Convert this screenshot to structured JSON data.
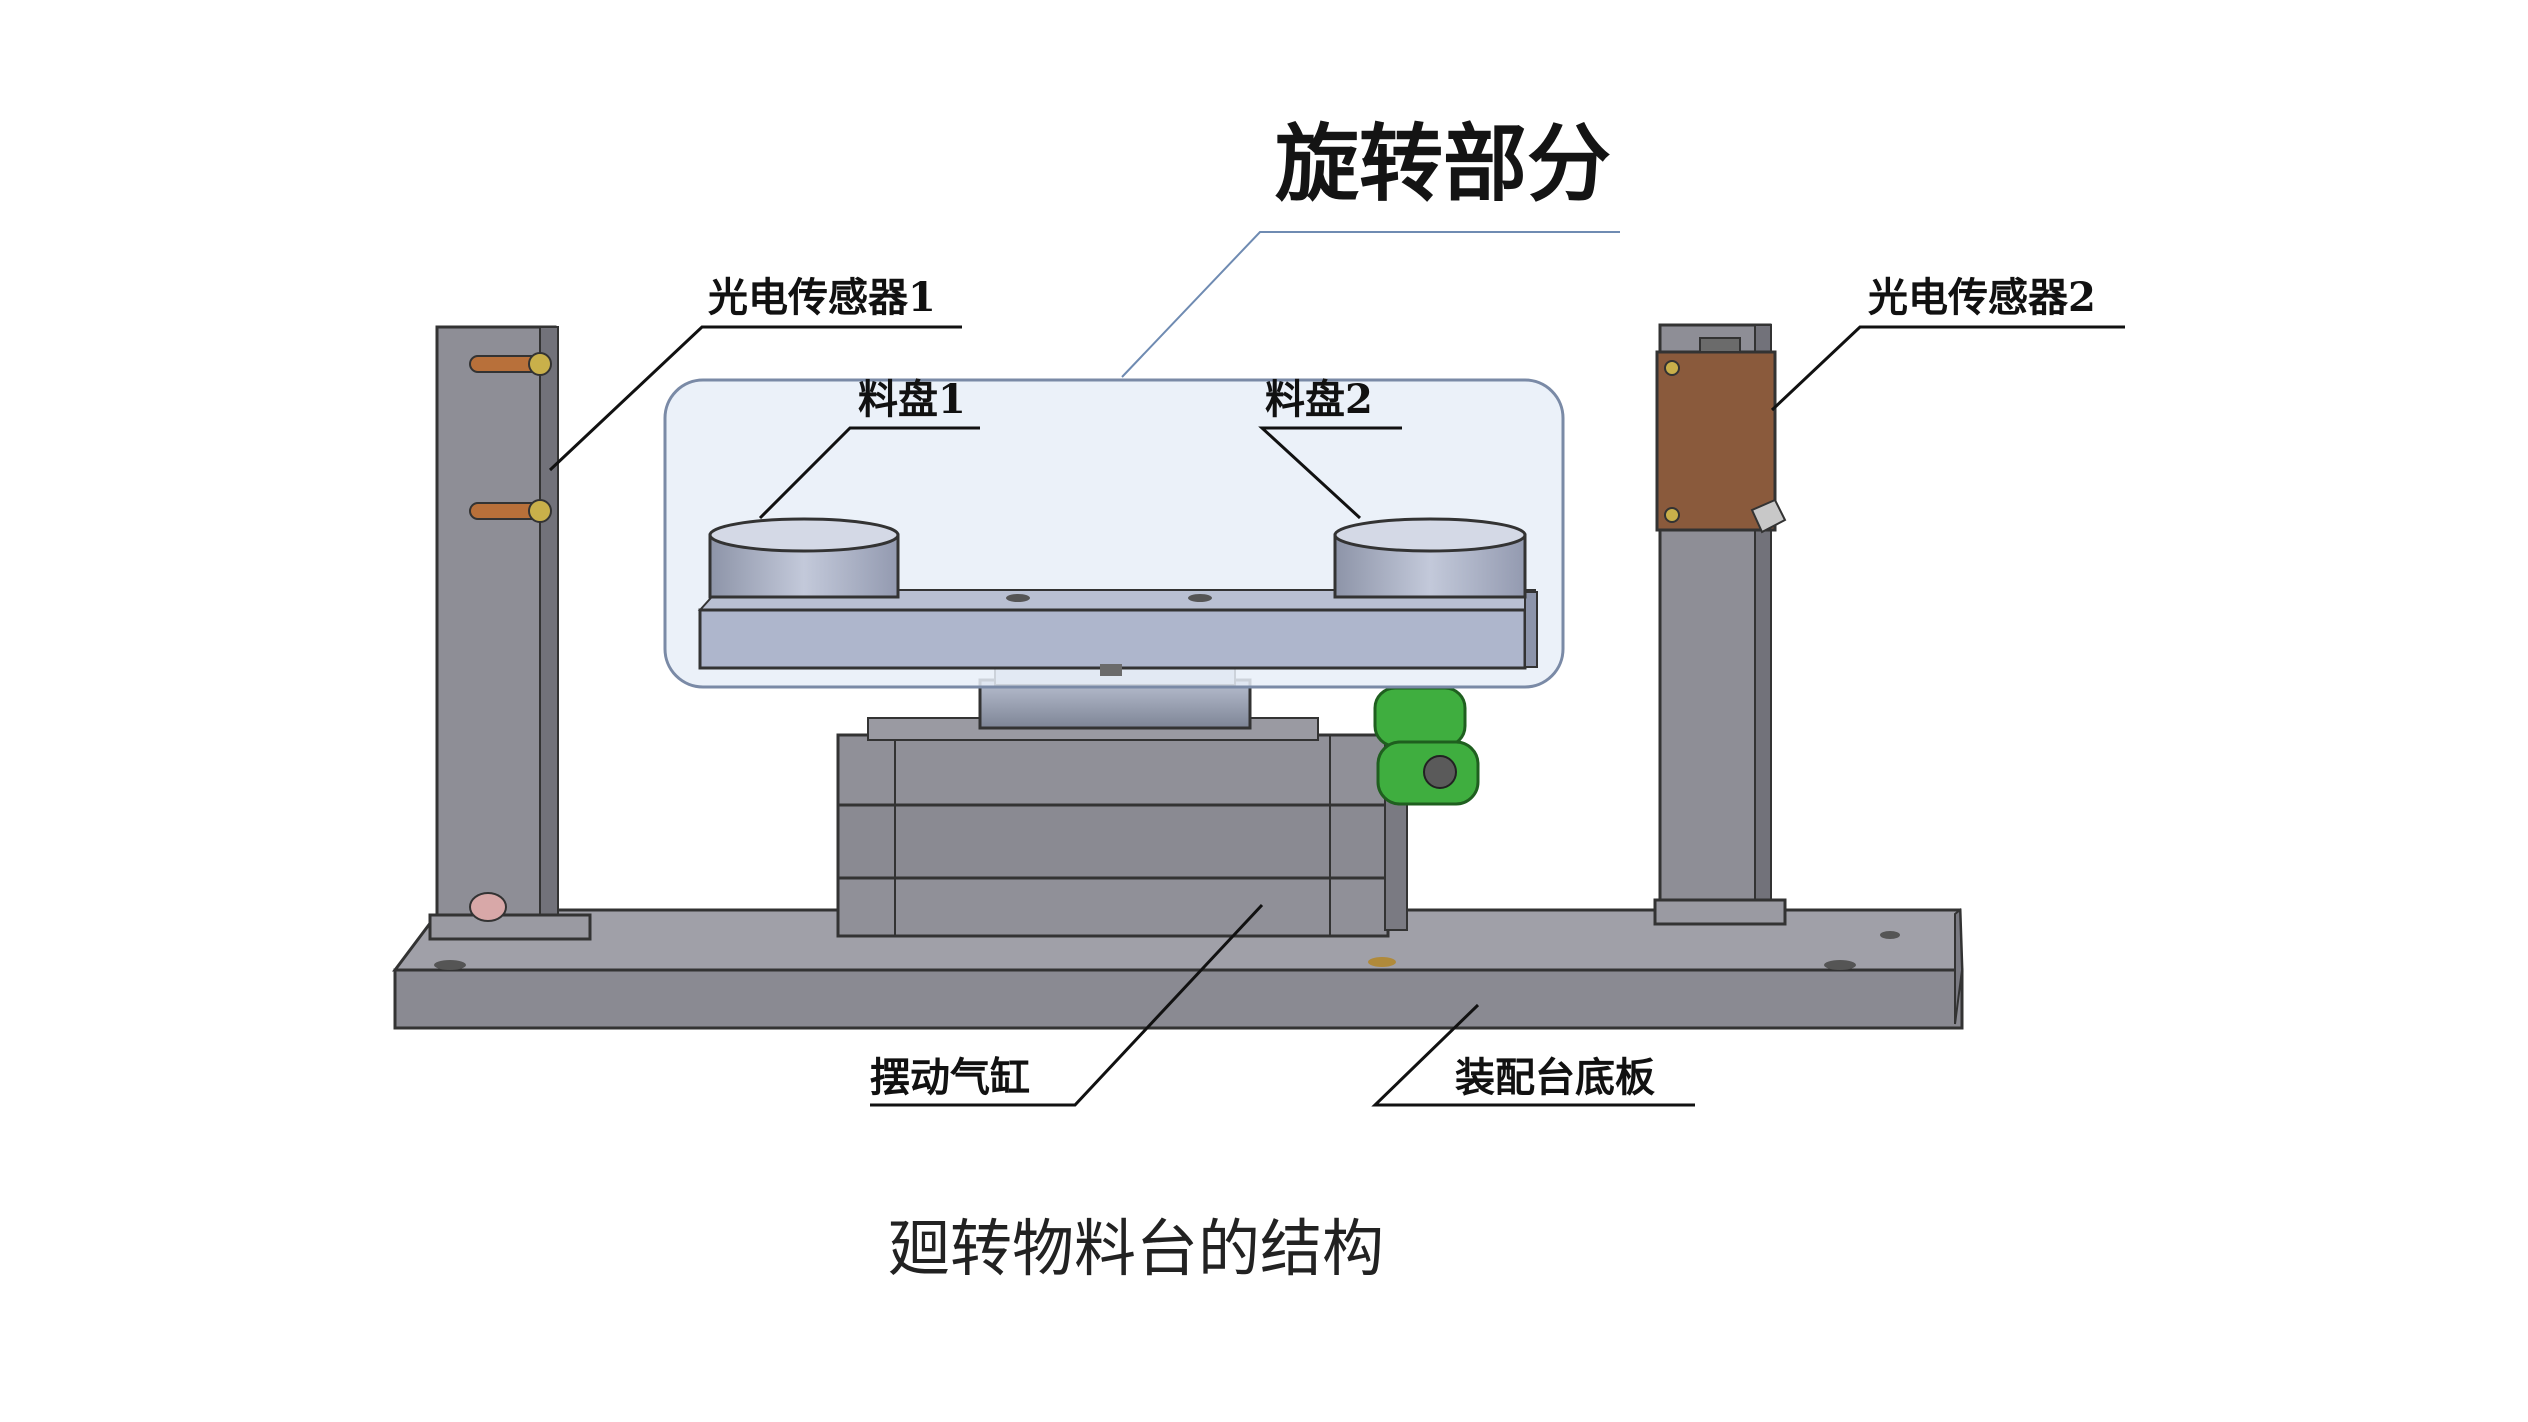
{
  "diagram": {
    "title": "旋转部分",
    "caption": "廻转物料台的结构",
    "labels": {
      "sensor1": "光电传感器1",
      "sensor2": "光电传感器2",
      "tray1": "料盘1",
      "tray2": "料盘2",
      "cylinder": "摆动气缸",
      "base_plate": "装配台底板"
    },
    "colors": {
      "frame_gray": "#8e8e96",
      "tray_blue": "#aeb6cc",
      "highlight_region": "#e8eff8",
      "sensor_brown": "#8a5a3c",
      "fitting_green": "#3fae3f",
      "bolt_orange": "#b8703a"
    }
  }
}
